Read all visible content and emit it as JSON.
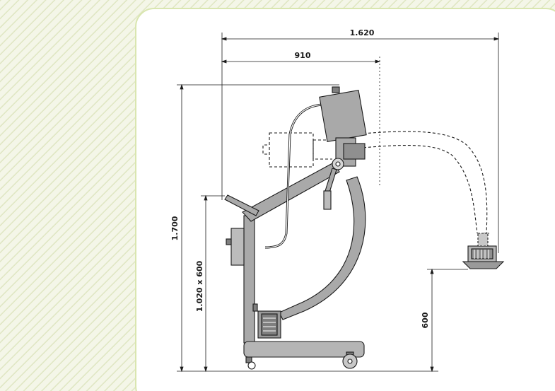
{
  "dimensions": {
    "overall_width": "1.620",
    "reach_width": "910",
    "total_height": "1.700",
    "handle_height": "1.020 x 600",
    "suction_height": "600"
  },
  "colors": {
    "panel_background": "#ffffff",
    "panel_border": "#d9e6b0",
    "hatch_background": "#f4f6e8",
    "hatch_line": "#dfe6c2",
    "machine_fill": "#a9a9a9",
    "machine_dark": "#7f7f7f",
    "line": "#1a1a1a"
  }
}
